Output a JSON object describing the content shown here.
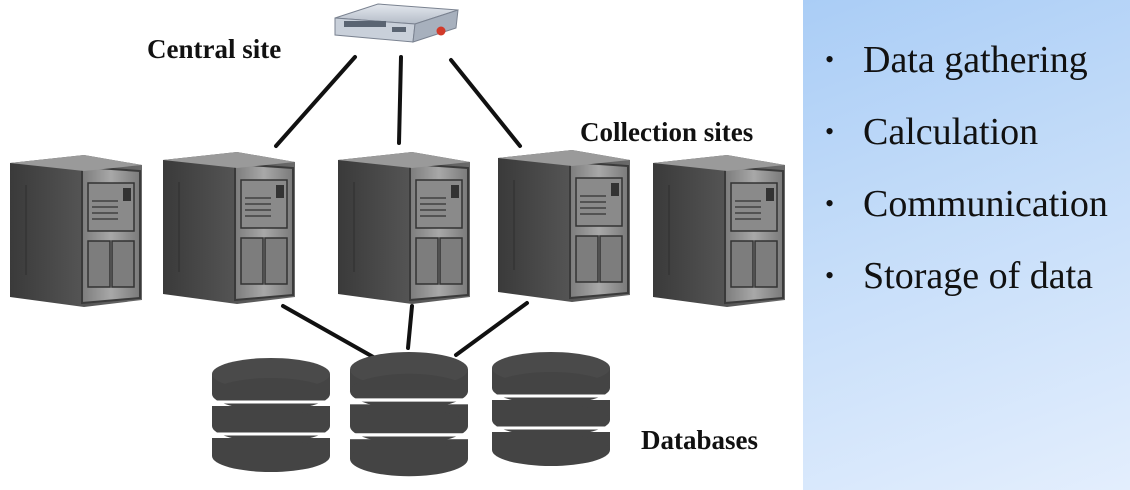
{
  "labels": {
    "central_site": "Central site",
    "collection_sites": "Collection sites",
    "databases": "Databases"
  },
  "features": [
    "Data gathering",
    "Calculation",
    "Communication",
    "Storage of data"
  ],
  "colors": {
    "tower_body": "#6b6b6b",
    "tower_front": "#8e8e8e",
    "database": "#444444",
    "panel": "#b9d6f8"
  },
  "icons": {
    "central": "network-appliance-icon",
    "collection": "server-tower-icon",
    "database": "database-icon"
  }
}
